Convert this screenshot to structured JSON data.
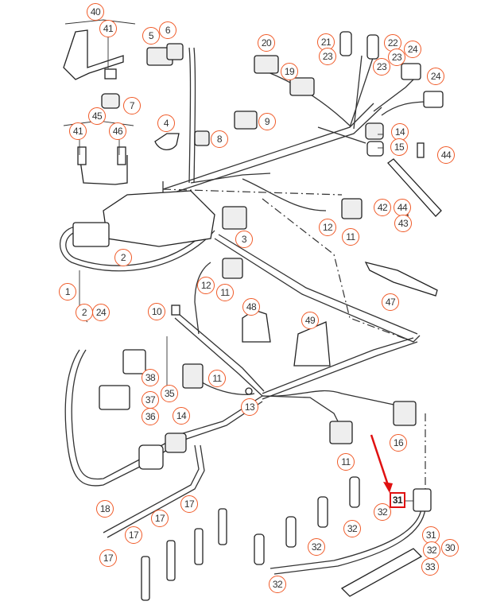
{
  "diagram": {
    "title": "Engine wiring harness exploded parts diagram",
    "callout_color": "#f05a28",
    "highlight_color": "#e01010",
    "highlighted_part": "31",
    "callouts": [
      {
        "id": "c40",
        "label": "40"
      },
      {
        "id": "c41a",
        "label": "41"
      },
      {
        "id": "c5",
        "label": "5"
      },
      {
        "id": "c6",
        "label": "6"
      },
      {
        "id": "c7",
        "label": "7"
      },
      {
        "id": "c20",
        "label": "20"
      },
      {
        "id": "c19",
        "label": "19"
      },
      {
        "id": "c21",
        "label": "21"
      },
      {
        "id": "c22",
        "label": "22"
      },
      {
        "id": "c23a",
        "label": "23"
      },
      {
        "id": "c23b",
        "label": "23"
      },
      {
        "id": "c23c",
        "label": "23"
      },
      {
        "id": "c24a",
        "label": "24"
      },
      {
        "id": "c24b",
        "label": "24"
      },
      {
        "id": "c45",
        "label": "45"
      },
      {
        "id": "c41b",
        "label": "41"
      },
      {
        "id": "c46",
        "label": "46"
      },
      {
        "id": "c4",
        "label": "4"
      },
      {
        "id": "c8",
        "label": "8"
      },
      {
        "id": "c9",
        "label": "9"
      },
      {
        "id": "c14a",
        "label": "14"
      },
      {
        "id": "c15",
        "label": "15"
      },
      {
        "id": "c44a",
        "label": "44"
      },
      {
        "id": "c42",
        "label": "42"
      },
      {
        "id": "c44b",
        "label": "44"
      },
      {
        "id": "c43",
        "label": "43"
      },
      {
        "id": "c12a",
        "label": "12"
      },
      {
        "id": "c11a",
        "label": "11"
      },
      {
        "id": "c3",
        "label": "3"
      },
      {
        "id": "c2a",
        "label": "2"
      },
      {
        "id": "c12b",
        "label": "12"
      },
      {
        "id": "c11b",
        "label": "11"
      },
      {
        "id": "c47",
        "label": "47"
      },
      {
        "id": "c1",
        "label": "1"
      },
      {
        "id": "c2b",
        "label": "2"
      },
      {
        "id": "c24c",
        "label": "24"
      },
      {
        "id": "c10",
        "label": "10"
      },
      {
        "id": "c48",
        "label": "48"
      },
      {
        "id": "c49",
        "label": "49"
      },
      {
        "id": "c38",
        "label": "38"
      },
      {
        "id": "c11c",
        "label": "11"
      },
      {
        "id": "c35",
        "label": "35"
      },
      {
        "id": "c37",
        "label": "37"
      },
      {
        "id": "c13",
        "label": "13"
      },
      {
        "id": "c36",
        "label": "36"
      },
      {
        "id": "c14b",
        "label": "14"
      },
      {
        "id": "c16",
        "label": "16"
      },
      {
        "id": "c11d",
        "label": "11"
      },
      {
        "id": "c31a",
        "label": "31",
        "highlight": true
      },
      {
        "id": "c32a",
        "label": "32"
      },
      {
        "id": "c18",
        "label": "18"
      },
      {
        "id": "c17a",
        "label": "17"
      },
      {
        "id": "c17b",
        "label": "17"
      },
      {
        "id": "c17c",
        "label": "17"
      },
      {
        "id": "c17d",
        "label": "17"
      },
      {
        "id": "c32b",
        "label": "32"
      },
      {
        "id": "c31b",
        "label": "31"
      },
      {
        "id": "c32c",
        "label": "32"
      },
      {
        "id": "c30",
        "label": "30"
      },
      {
        "id": "c32d",
        "label": "32"
      },
      {
        "id": "c33",
        "label": "33"
      },
      {
        "id": "c32e",
        "label": "32"
      }
    ]
  }
}
